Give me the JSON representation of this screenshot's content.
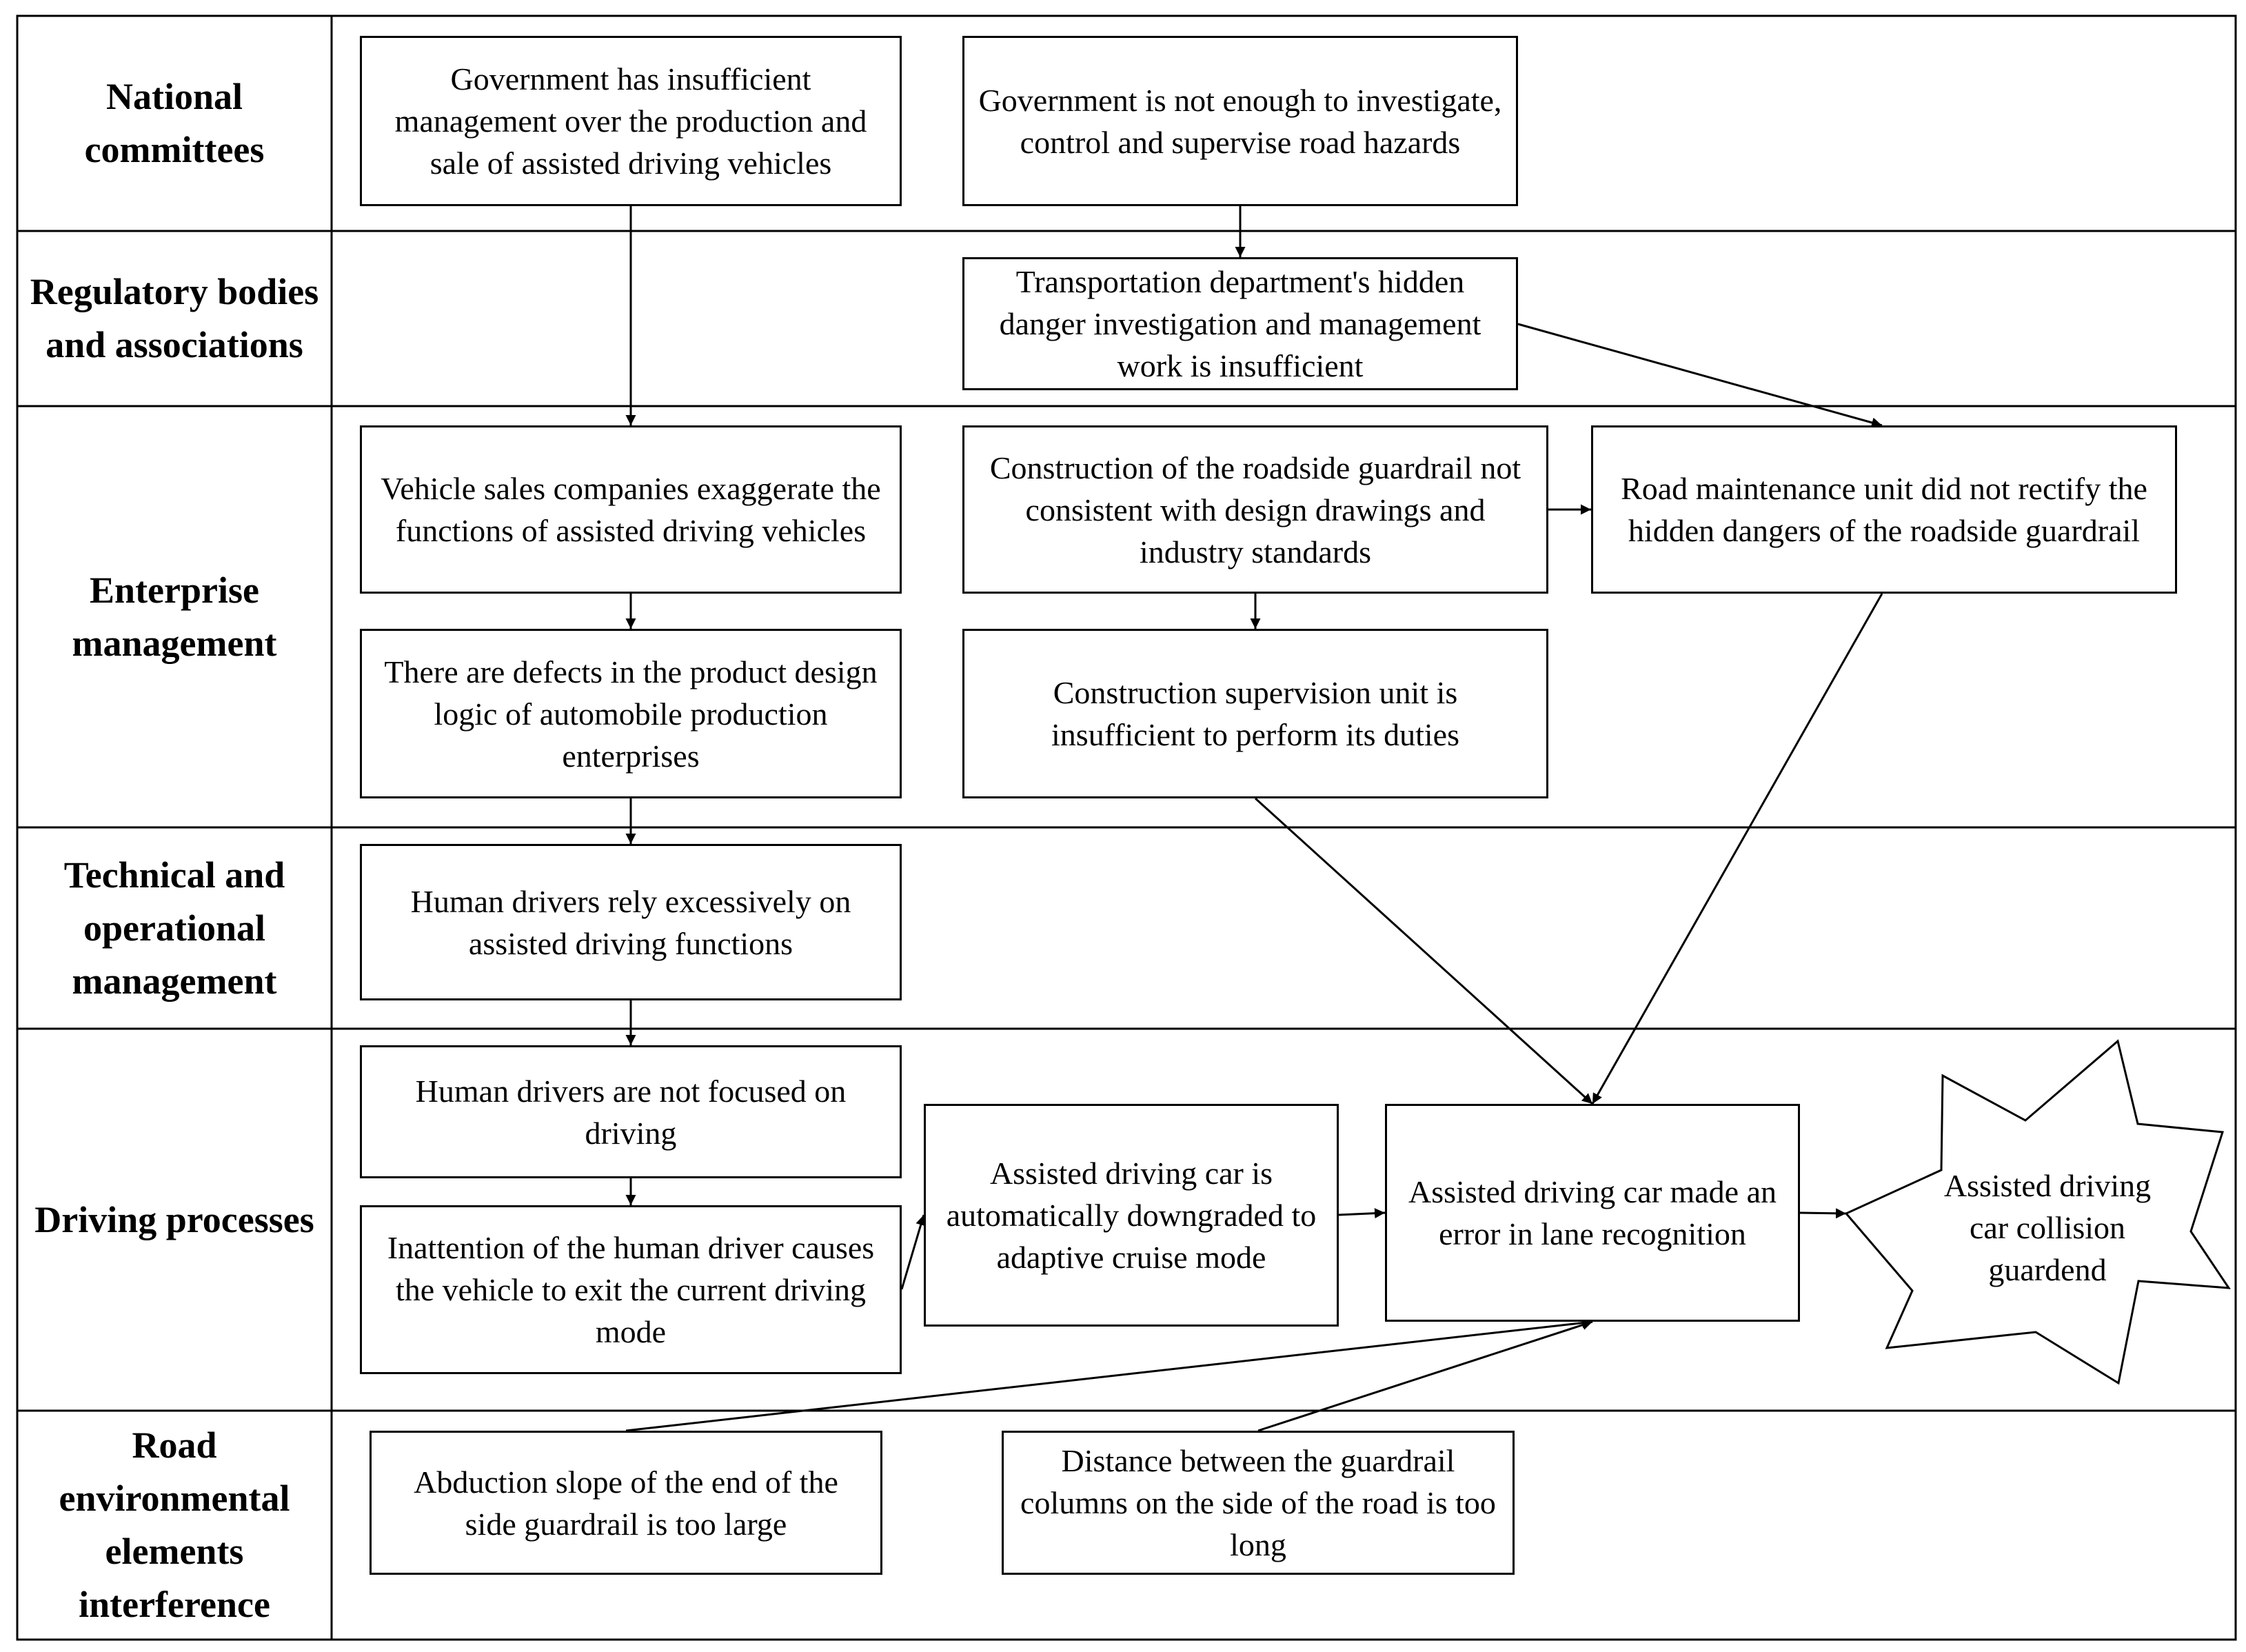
{
  "lanes": [
    {
      "id": "national",
      "label": "National committees"
    },
    {
      "id": "regulatory",
      "label": "Regulatory bodies and associations"
    },
    {
      "id": "enterprise",
      "label": "Enterprise management"
    },
    {
      "id": "technical",
      "label": "Technical and operational management"
    },
    {
      "id": "driving",
      "label": "Driving processes"
    },
    {
      "id": "road",
      "label": "Road environmental elements interference"
    }
  ],
  "nodes": {
    "gov_production": "Government has insufficient management over the production and sale of assisted driving vehicles",
    "gov_road_hazards": "Government is not enough to investigate, control and supervise road hazards",
    "transport_dept": "Transportation department's hidden danger investigation and management work is insufficient",
    "sales_exaggerate": "Vehicle sales companies exaggerate the functions of assisted driving vehicles",
    "guardrail_construction": "Construction of the roadside guardrail not consistent with design drawings and industry standards",
    "road_maintenance": "Road maintenance unit did not rectify the hidden dangers of the roadside guardrail",
    "design_defects": "There are defects in the product design logic of automobile production enterprises",
    "supervision_unit": "Construction supervision unit is insufficient to perform its duties",
    "driver_rely": "Human drivers rely excessively on assisted driving functions",
    "driver_not_focused": "Human drivers are not focused on driving",
    "driver_inattention": "Inattention of the human driver causes the vehicle to exit the current driving mode",
    "downgraded": "Assisted driving car is automatically downgraded to adaptive cruise mode",
    "lane_error": "Assisted driving car made an error in lane recognition",
    "collision": "Assisted driving car collision guardend",
    "abduction_slope": "Abduction slope of the end of the side guardrail is too large",
    "column_distance": "Distance between the guardrail columns on the side of the road is too long"
  },
  "edges": [
    {
      "from": "gov_production",
      "to": "sales_exaggerate"
    },
    {
      "from": "gov_road_hazards",
      "to": "transport_dept"
    },
    {
      "from": "transport_dept",
      "to": "road_maintenance"
    },
    {
      "from": "sales_exaggerate",
      "to": "design_defects"
    },
    {
      "from": "guardrail_construction",
      "to": "road_maintenance"
    },
    {
      "from": "guardrail_construction",
      "to": "supervision_unit"
    },
    {
      "from": "design_defects",
      "to": "driver_rely"
    },
    {
      "from": "supervision_unit",
      "to": "lane_error"
    },
    {
      "from": "road_maintenance",
      "to": "lane_error"
    },
    {
      "from": "driver_rely",
      "to": "driver_not_focused"
    },
    {
      "from": "driver_not_focused",
      "to": "driver_inattention"
    },
    {
      "from": "driver_inattention",
      "to": "downgraded"
    },
    {
      "from": "downgraded",
      "to": "lane_error"
    },
    {
      "from": "lane_error",
      "to": "collision"
    },
    {
      "from": "abduction_slope",
      "to": "lane_error"
    },
    {
      "from": "column_distance",
      "to": "lane_error"
    }
  ]
}
